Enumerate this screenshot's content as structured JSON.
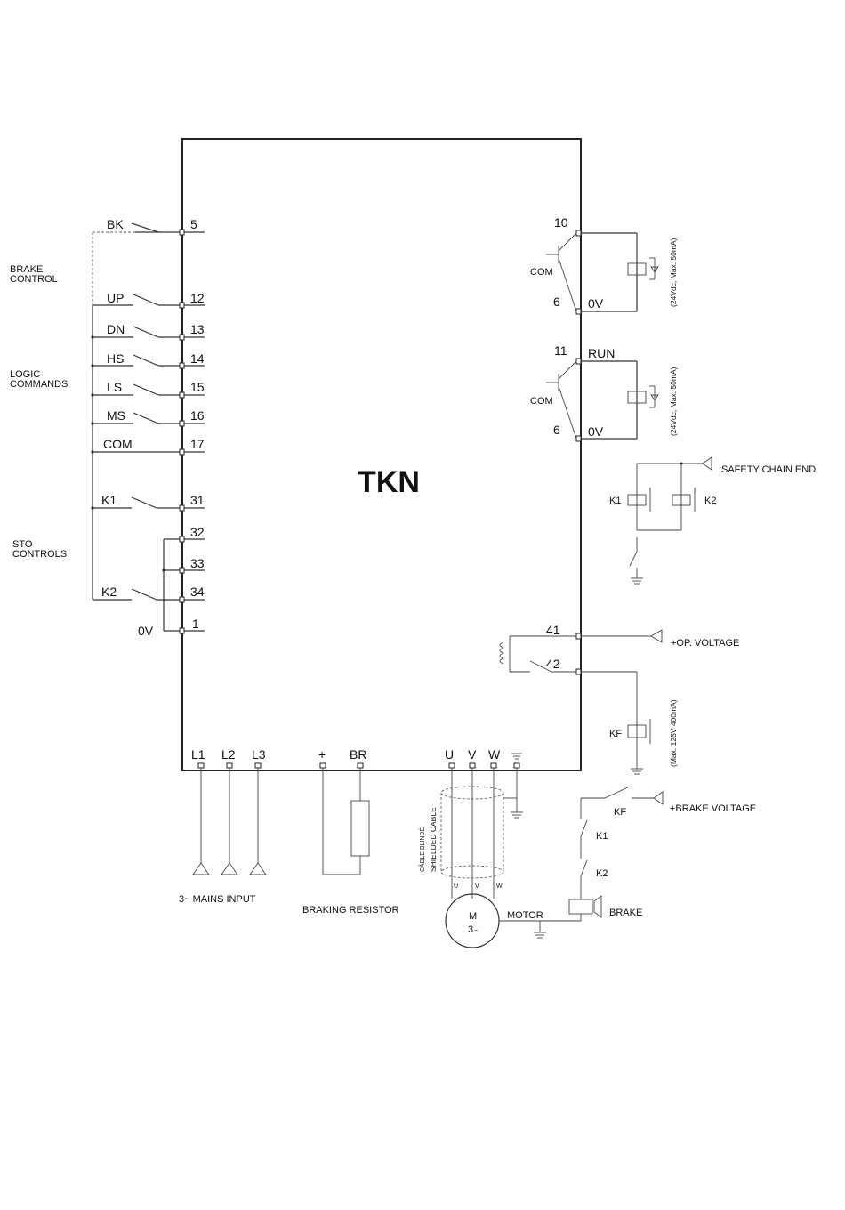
{
  "title": "TKN",
  "left_groups": {
    "brake_control": [
      "BRAKE",
      "CONTROL"
    ],
    "logic_commands": [
      "LOGIC",
      "COMMANDS"
    ],
    "sto_controls": [
      "STO",
      "CONTROLS"
    ]
  },
  "left_inputs": [
    {
      "label": "BK",
      "terminal": "5"
    },
    {
      "label": "UP",
      "terminal": "12"
    },
    {
      "label": "DN",
      "terminal": "13"
    },
    {
      "label": "HS",
      "terminal": "14"
    },
    {
      "label": "LS",
      "terminal": "15"
    },
    {
      "label": "MS",
      "terminal": "16"
    },
    {
      "label": "COM",
      "terminal": "17"
    },
    {
      "label": "K1",
      "terminal": "31"
    },
    {
      "label": "",
      "terminal": "32"
    },
    {
      "label": "",
      "terminal": "33"
    },
    {
      "label": "K2",
      "terminal": "34"
    },
    {
      "label": "0V",
      "terminal": "1"
    }
  ],
  "right_outputs": {
    "out1": {
      "terminal": "10",
      "com": "COM",
      "zero_terminal": "6",
      "zero_label": "0V",
      "rating": "(24Vdc, Max. 50mA)"
    },
    "out2": {
      "terminal": "11",
      "run": "RUN",
      "com": "COM",
      "zero_terminal": "6",
      "zero_label": "0V",
      "rating": "(24Vdc, Max. 50mA)"
    },
    "safety": {
      "k1": "K1",
      "k2": "K2",
      "label": "SAFETY CHAIN END"
    },
    "relay": {
      "t41": "41",
      "t42": "42",
      "op_voltage": "+OP. VOLTAGE",
      "kf": "KF",
      "rating": "(Max. 125V 400mA)"
    }
  },
  "bottom_terminals": {
    "mains": [
      "L1",
      "L2",
      "L3"
    ],
    "plus": "+",
    "br": "BR",
    "motor_phases": [
      "U",
      "V",
      "W"
    ],
    "mains_label": "3~ MAINS INPUT",
    "braking_resistor_label": "BRAKING RESISTOR",
    "cable_fr": "CÂBLE BLINDÉ",
    "cable_en": "SHIELDED CABLE",
    "cable_phases": [
      "U",
      "V",
      "W"
    ],
    "motor_m": "M",
    "motor_3": "3",
    "motor_ac": "~",
    "motor_label": "MOTOR",
    "brake_kf": "KF",
    "brake_k1": "K1",
    "brake_k2": "K2",
    "brake_voltage": "+BRAKE VOLTAGE",
    "brake_label": "BRAKE"
  }
}
